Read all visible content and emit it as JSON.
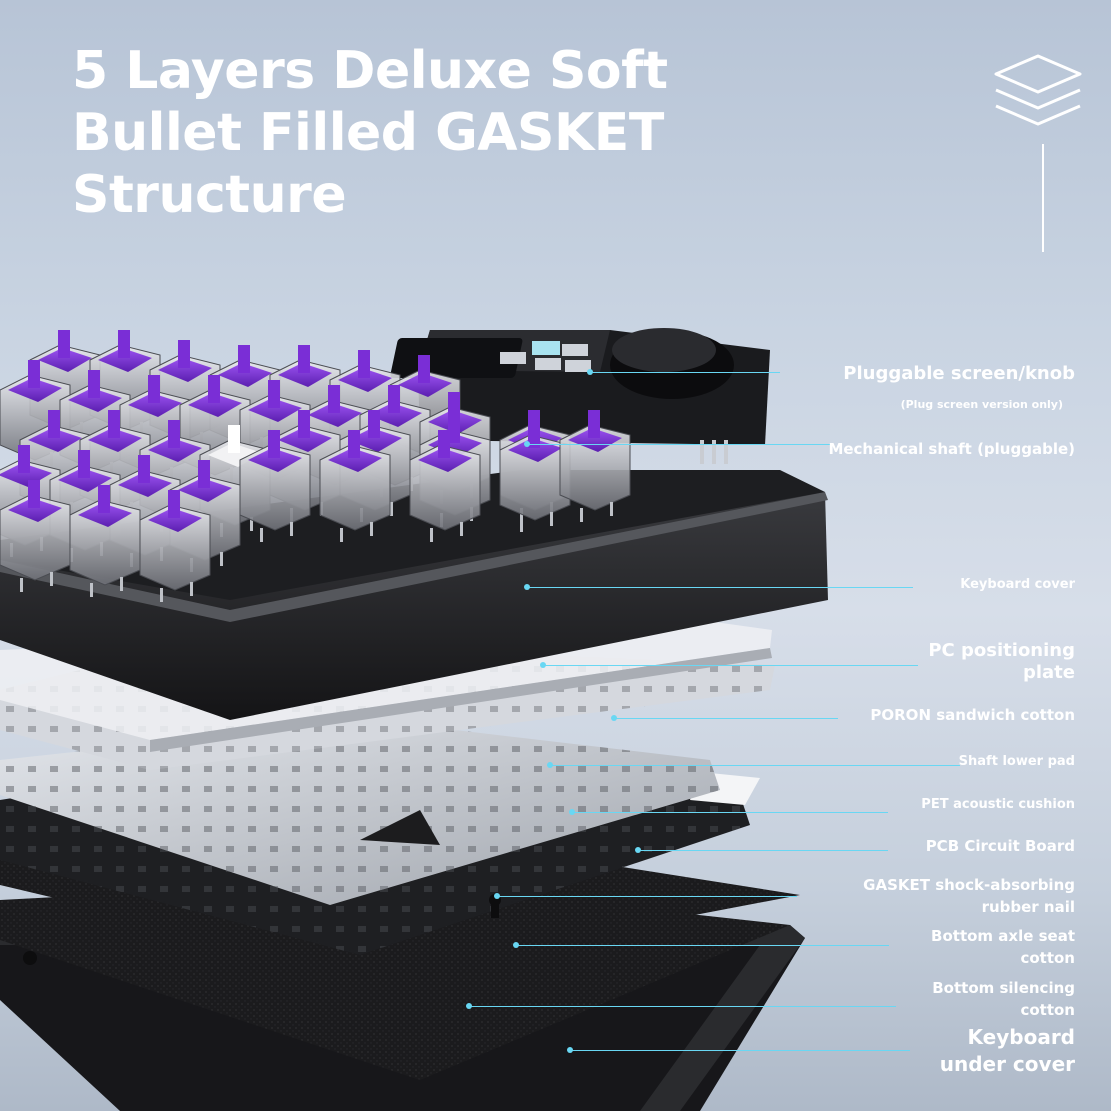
{
  "heading": {
    "line1": "5 Layers Deluxe Soft",
    "line2": "Bullet Filled GASKET",
    "line3": "Structure"
  },
  "icons": {
    "top_right": "stacked-layers-icon"
  },
  "colors": {
    "leader_line": "#69d7f3",
    "switch_stem": "#7a2ed6",
    "title": "#ffffff"
  },
  "labels": [
    {
      "text": "Pluggable screen/knob",
      "sub": "(Plug screen version only)"
    },
    {
      "text": "Mechanical shaft (pluggable)"
    },
    {
      "text": "Keyboard cover"
    },
    {
      "text": "PC positioning",
      "line2": "plate"
    },
    {
      "text": "PORON sandwich cotton"
    },
    {
      "text": "Shaft lower pad"
    },
    {
      "text": "PET acoustic cushion"
    },
    {
      "text": "PCB Circuit Board"
    },
    {
      "text": "GASKET shock-absorbing",
      "line2": "rubber nail"
    },
    {
      "text": "Bottom axle seat",
      "line2": "cotton"
    },
    {
      "text": "Bottom silencing",
      "line2": "cotton"
    },
    {
      "text": "Keyboard",
      "line2": "under cover"
    }
  ]
}
